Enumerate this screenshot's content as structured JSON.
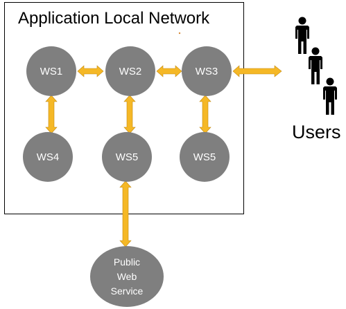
{
  "network": {
    "title": "Application Local Network"
  },
  "nodes": {
    "ws1": "WS1",
    "ws2": "WS2",
    "ws3": "WS3",
    "ws4": "WS4",
    "ws5_center": "WS5",
    "ws5_right": "WS5"
  },
  "public_service": {
    "line1": "Public",
    "line2": "Web",
    "line3": "Service"
  },
  "users": {
    "label": "Users"
  },
  "colors": {
    "node_fill": "#7f7f7f",
    "arrow_fill": "#f5b826",
    "text_on_node": "#ffffff"
  }
}
